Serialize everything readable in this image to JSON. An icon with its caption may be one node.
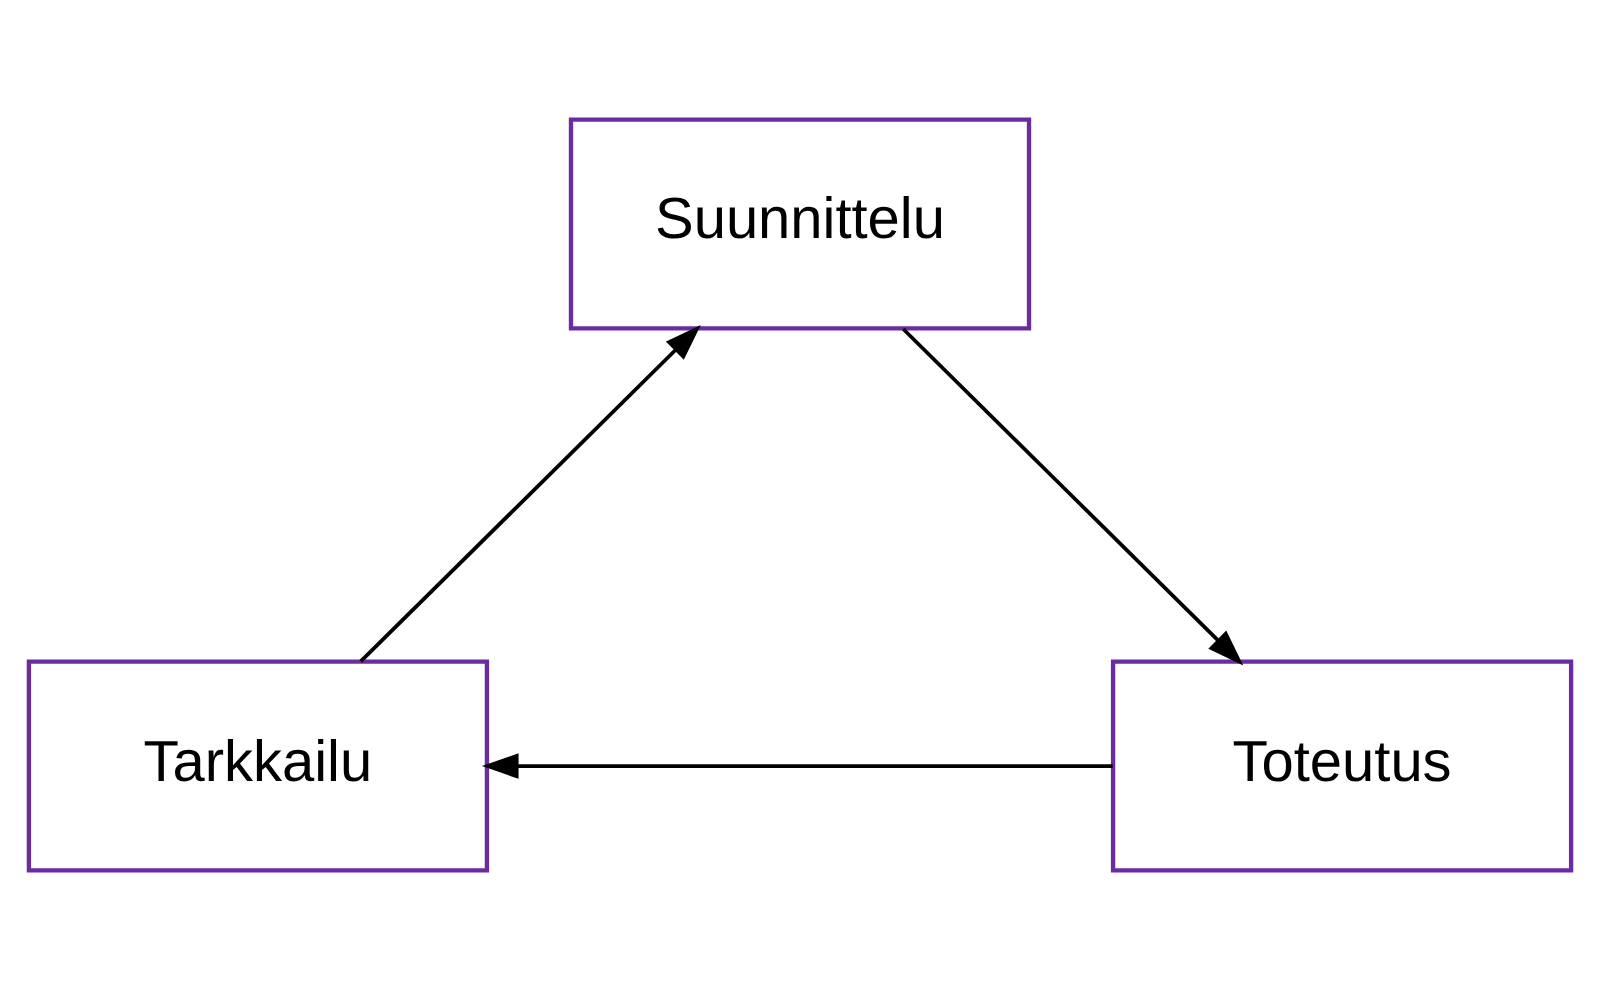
{
  "diagram": {
    "nodes": [
      {
        "text": [
          "Suunnittelu"
        ]
      },
      {
        "text": [
          "Tarkkailu"
        ]
      },
      {
        "text": [
          "Toteutus"
        ]
      }
    ],
    "edges": [
      {
        "from": 0,
        "to": 2,
        "arrow": "to"
      },
      {
        "from": 2,
        "to": 1,
        "arrow": "to"
      },
      {
        "from": 1,
        "to": 0,
        "arrow": "to"
      }
    ]
  }
}
